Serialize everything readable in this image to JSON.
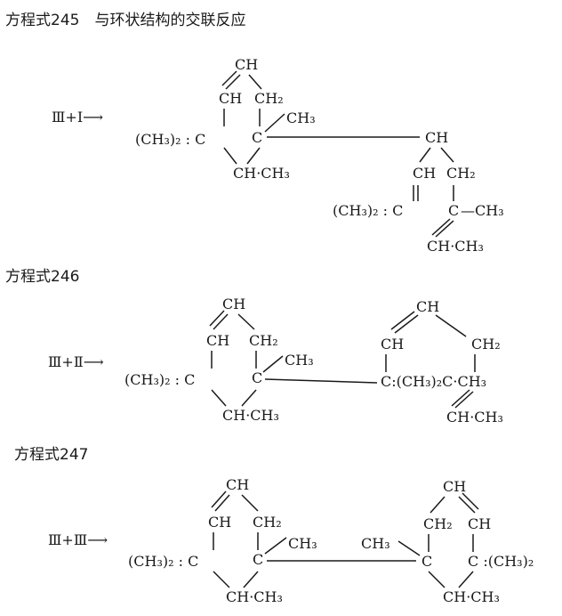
{
  "equations": [
    {
      "title": "方程式245　与环状结构的交联反应",
      "reaction": "Ⅲ+Ⅰ⟶",
      "left_ring": {
        "top": "CH",
        "ul": "CH",
        "ur": "CH₂",
        "methyl": "CH₃",
        "left_c": "(CH₃)₂ : C",
        "right_c": "C",
        "bottom": "CH·CH₃"
      },
      "right_ring": {
        "top": "CH",
        "ul": "CH",
        "ur": "CH₂",
        "left_c": "(CH₃)₂ : C",
        "right_c": "C",
        "right_sub": "—CH₃",
        "bottom": "CH·CH₃"
      }
    },
    {
      "title": "方程式246",
      "reaction": "Ⅲ+Ⅱ⟶",
      "left_ring": {
        "top": "CH",
        "ul": "CH",
        "ur": "CH₂",
        "methyl": "CH₃",
        "left_c": "(CH₃)₂ : C",
        "right_c": "C",
        "bottom": "CH·CH₃"
      },
      "right_ring": {
        "top": "CH",
        "ul": "CH",
        "ur": "CH₂",
        "mid": "C:(CH₃)₂C·CH₃",
        "bottom": "CH·CH₃"
      }
    },
    {
      "title": "方程式247",
      "reaction": "Ⅲ+Ⅲ⟶",
      "left_ring": {
        "top": "CH",
        "ul": "CH",
        "ur": "CH₂",
        "methyl": "CH₃",
        "left_c": "(CH₃)₂ : C",
        "right_c": "C",
        "bottom": "CH·CH₃"
      },
      "right_ring": {
        "top": "CH",
        "ul": "CH₂",
        "ur": "CH",
        "methyl": "CH₃",
        "left_c": "C",
        "right_c": "C :(CH₃)₂",
        "bottom": "CH·CH₃"
      }
    }
  ]
}
